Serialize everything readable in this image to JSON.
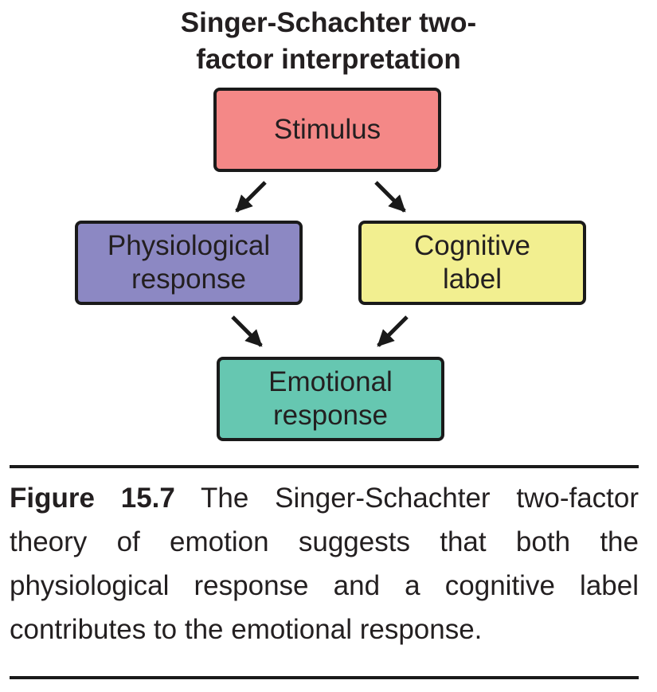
{
  "title": {
    "line1": "Singer-Schachter two-",
    "line2": "factor interpretation"
  },
  "nodes": {
    "stimulus": {
      "lines": [
        "Stimulus"
      ],
      "color": "#f48887"
    },
    "physiological": {
      "lines": [
        "Physiological",
        "response"
      ],
      "color": "#8c88c3"
    },
    "cognitive": {
      "lines": [
        "Cognitive",
        "label"
      ],
      "color": "#f2ef90"
    },
    "emotional": {
      "lines": [
        "Emotional",
        "response"
      ],
      "color": "#66c7b1"
    }
  },
  "edges": [
    {
      "from": "stimulus",
      "to": "physiological"
    },
    {
      "from": "stimulus",
      "to": "cognitive"
    },
    {
      "from": "physiological",
      "to": "emotional"
    },
    {
      "from": "cognitive",
      "to": "emotional"
    }
  ],
  "caption": {
    "label": "Figure 15.7",
    "text": "The Singer-Schachter two-factor theory of emotion suggests that both the physiological response and a cognitive label contributes to the emotional response."
  }
}
